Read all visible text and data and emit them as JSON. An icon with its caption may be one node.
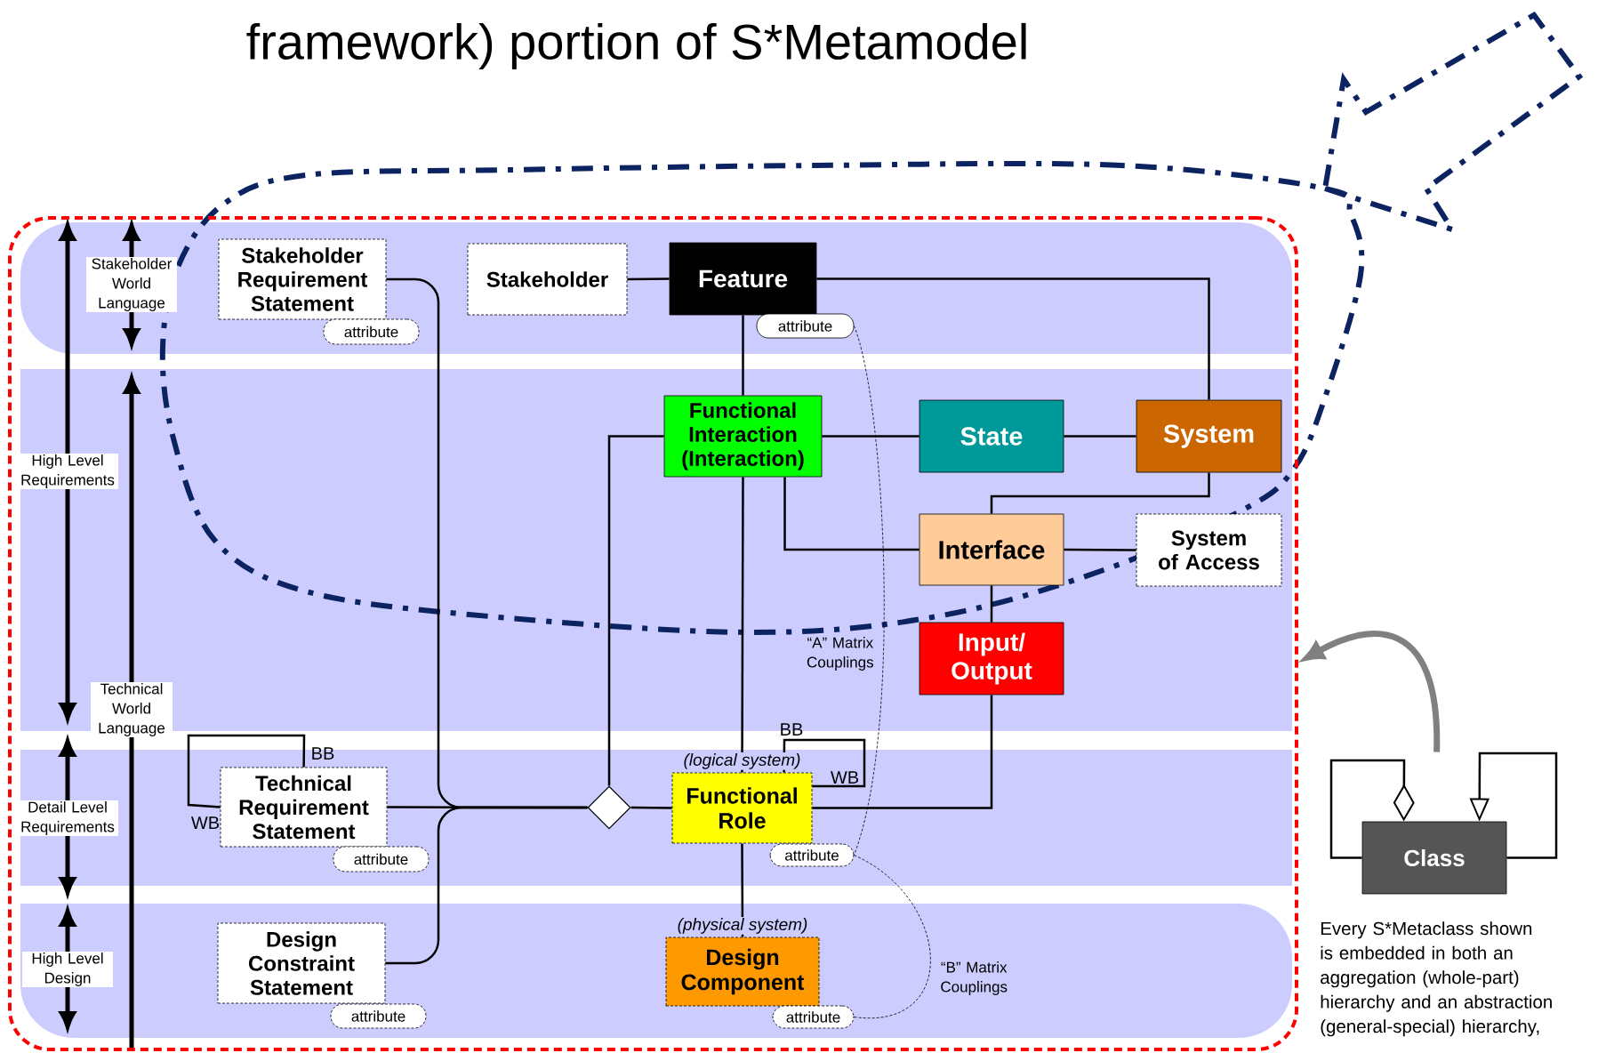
{
  "diagram": {
    "title": "framework) portion of S*Metamodel",
    "nodes": [
      {
        "text": [],
        "shape": "box"
      },
      {
        "text": [
          "Stakeholder Requirement Statement"
        ],
        "in": 0
      },
      {
        "text": [
          "attribute"
        ],
        "in": 0
      },
      {
        "text": [
          "Stakeholder"
        ],
        "in": 0
      },
      {
        "text": [
          "Feature"
        ],
        "in": 0
      },
      {
        "text": [
          "attribute"
        ],
        "in": 0
      },
      {
        "text": [
          "Functional Interaction (Interaction)"
        ],
        "in": 0
      },
      {
        "text": [
          "State"
        ],
        "in": 0
      },
      {
        "text": [
          "System"
        ],
        "in": 0
      },
      {
        "text": [
          "Interface"
        ],
        "in": 0
      },
      {
        "text": [
          "System of Access"
        ],
        "in": 0
      },
      {
        "text": [
          "Input/ Output"
        ],
        "in": 0
      },
      {
        "text": [
          "Technical Requirement Statement"
        ],
        "in": 0
      },
      {
        "text": [
          "attribute"
        ],
        "in": 0
      },
      {
        "text": [],
        "shape": "diamond",
        "in": 0
      },
      {
        "text": [
          "Functional Role"
        ],
        "beside": [
          "(logical system)"
        ],
        "in": 0
      },
      {
        "text": [
          "attribute"
        ],
        "in": 0
      },
      {
        "text": [
          "Design Constraint Statement"
        ],
        "in": 0
      },
      {
        "text": [
          "attribute"
        ],
        "in": 0
      },
      {
        "text": [
          "Design Component"
        ],
        "beside": [
          "(physical system)"
        ],
        "in": 0
      },
      {
        "text": [
          "attribute"
        ],
        "in": 0
      },
      {
        "text": [
          "Class"
        ]
      }
    ],
    "edges": [
      {
        "from": 3,
        "to": 4,
        "arrow": "none"
      },
      {
        "from": 4,
        "to": 6,
        "arrow": "none"
      },
      {
        "from": 4,
        "to": 8,
        "arrow": "none"
      },
      {
        "from": 6,
        "to": 7,
        "arrow": "none"
      },
      {
        "from": 7,
        "to": 8,
        "arrow": "none"
      },
      {
        "from": 8,
        "to": 9,
        "arrow": "none"
      },
      {
        "from": 6,
        "to": 9,
        "arrow": "none"
      },
      {
        "from": 9,
        "to": 10,
        "arrow": "none"
      },
      {
        "from": 9,
        "to": 11,
        "arrow": "none"
      },
      {
        "from": 6,
        "to": 15,
        "arrow": "none"
      },
      {
        "from": 11,
        "to": 15,
        "arrow": "none"
      },
      {
        "from": 15,
        "to": 19,
        "arrow": "none"
      },
      {
        "from": 1,
        "to": 14,
        "arrow": "none"
      },
      {
        "from": 12,
        "to": 14,
        "arrow": "none"
      },
      {
        "from": 17,
        "to": 14,
        "arrow": "none"
      },
      {
        "from": 14,
        "to": 6,
        "arrow": "none"
      },
      {
        "from": 14,
        "to": 15,
        "arrow": "none"
      },
      {
        "from": 12,
        "to": 12,
        "arrow": "none"
      },
      {
        "from": 15,
        "to": 15,
        "arrow": "none"
      },
      {
        "from": 5,
        "to": 16,
        "arrow": "none",
        "style": "dashed",
        "label": "“A” Matrix Couplings"
      },
      {
        "from": 16,
        "to": 20,
        "arrow": "none",
        "style": "dashed",
        "label": "“B” Matrix Couplings"
      },
      {
        "from": 21,
        "to": 21,
        "arrow": "other"
      },
      {
        "from": 21,
        "to": 21,
        "arrow": "to"
      },
      {
        "from": 21,
        "to": 0,
        "arrow": "to",
        "style": "thick",
        "color": "#808080"
      }
    ],
    "labels": [
      "Stakeholder World Language",
      "High Level Requirements",
      "Technical World Language",
      "BB",
      "BB",
      "WB",
      "Detail Level Requirements",
      "WB",
      "High Level Design",
      "Every S*Metaclass shown is embedded in both an aggregation (whole-part) hierarchy and an abstraction (general-special) hierarchy,"
    ]
  }
}
